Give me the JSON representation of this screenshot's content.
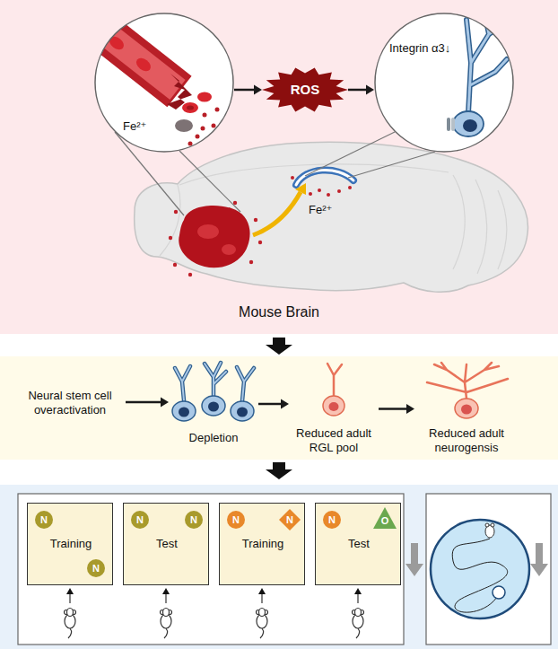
{
  "diagram": {
    "nodes": [
      {
        "text": [
          "Fe²⁺"
        ]
      },
      {
        "text": [
          "ROS"
        ]
      },
      {
        "text": [
          "Integrin α3↓"
        ]
      },
      {
        "text": [
          "Neural stem cell overactivation"
        ]
      },
      {
        "text": [
          "Depletion"
        ]
      },
      {
        "text": [
          "Reduced adult RGL pool"
        ]
      },
      {
        "text": [
          "Reduced adult neurogensis"
        ]
      },
      {
        "text": [
          "Training"
        ]
      },
      {
        "text": [
          "N"
        ],
        "in": 7
      },
      {
        "text": [
          "N"
        ],
        "in": 7
      },
      {
        "text": [
          "Test"
        ]
      },
      {
        "text": [
          "N"
        ],
        "in": 10
      },
      {
        "text": [
          "N"
        ],
        "in": 10
      },
      {
        "text": [
          "Training"
        ]
      },
      {
        "text": [
          "N"
        ],
        "in": 13
      },
      {
        "text": [
          "N"
        ],
        "in": 13
      },
      {
        "text": [
          "Test"
        ]
      },
      {
        "text": [
          "N"
        ],
        "in": 16
      },
      {
        "text": [
          "O"
        ],
        "in": 16
      }
    ],
    "edges": [
      {
        "from": 0,
        "to": 1,
        "arrow": "to"
      },
      {
        "from": 1,
        "to": 2,
        "arrow": "to"
      },
      {
        "from": 3,
        "to": 4,
        "arrow": "to"
      },
      {
        "from": 4,
        "to": 5,
        "arrow": "to"
      },
      {
        "from": 5,
        "to": 6,
        "arrow": "to"
      }
    ],
    "labels": [
      "Fe²⁺",
      "Mouse Brain"
    ]
  }
}
